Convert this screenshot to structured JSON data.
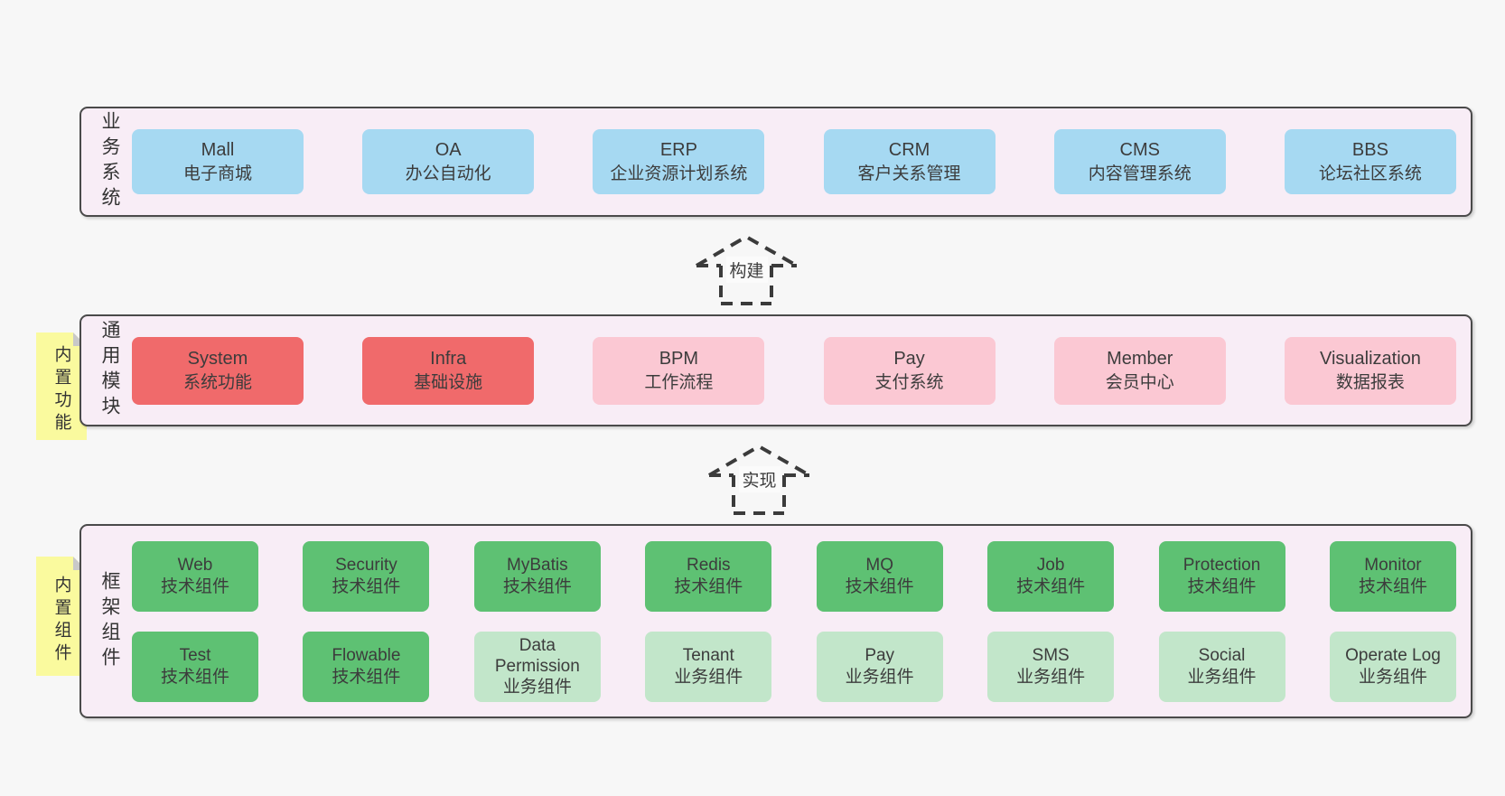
{
  "colors": {
    "background": "#f7f7f7",
    "container_fill": "#f8edf6",
    "container_border": "#4a4a4a",
    "blue_box": "#a6d9f2",
    "red_box": "#f06a6b",
    "pink_box": "#fbc8d3",
    "green_box": "#5ec173",
    "light_green_box": "#c2e6ca",
    "note_yellow": "#fafa9e",
    "text": "#3c3c3c"
  },
  "arrows": {
    "build": "构建",
    "implement": "实现"
  },
  "layers": {
    "business": {
      "label": "业务系统",
      "items": [
        {
          "name": "Mall",
          "desc": "电子商城"
        },
        {
          "name": "OA",
          "desc": "办公自动化"
        },
        {
          "name": "ERP",
          "desc": "企业资源计划系统"
        },
        {
          "name": "CRM",
          "desc": "客户关系管理"
        },
        {
          "name": "CMS",
          "desc": "内容管理系统"
        },
        {
          "name": "BBS",
          "desc": "论坛社区系统"
        }
      ]
    },
    "modules": {
      "label": "通用模块",
      "note": "内置功能",
      "items": [
        {
          "name": "System",
          "desc": "系统功能"
        },
        {
          "name": "Infra",
          "desc": "基础设施"
        },
        {
          "name": "BPM",
          "desc": "工作流程"
        },
        {
          "name": "Pay",
          "desc": "支付系统"
        },
        {
          "name": "Member",
          "desc": "会员中心"
        },
        {
          "name": "Visualization",
          "desc": "数据报表"
        }
      ]
    },
    "framework": {
      "label": "框架组件",
      "note": "内置组件",
      "row1": [
        {
          "name": "Web",
          "desc": "技术组件"
        },
        {
          "name": "Security",
          "desc": "技术组件"
        },
        {
          "name": "MyBatis",
          "desc": "技术组件"
        },
        {
          "name": "Redis",
          "desc": "技术组件"
        },
        {
          "name": "MQ",
          "desc": "技术组件"
        },
        {
          "name": "Job",
          "desc": "技术组件"
        },
        {
          "name": "Protection",
          "desc": "技术组件"
        },
        {
          "name": "Monitor",
          "desc": "技术组件"
        }
      ],
      "row2": [
        {
          "name": "Test",
          "desc": "技术组件"
        },
        {
          "name": "Flowable",
          "desc": "技术组件"
        },
        {
          "name": "Data Permission",
          "desc": "业务组件"
        },
        {
          "name": "Tenant",
          "desc": "业务组件"
        },
        {
          "name": "Pay",
          "desc": "业务组件"
        },
        {
          "name": "SMS",
          "desc": "业务组件"
        },
        {
          "name": "Social",
          "desc": "业务组件"
        },
        {
          "name": "Operate Log",
          "desc": "业务组件"
        }
      ]
    }
  }
}
